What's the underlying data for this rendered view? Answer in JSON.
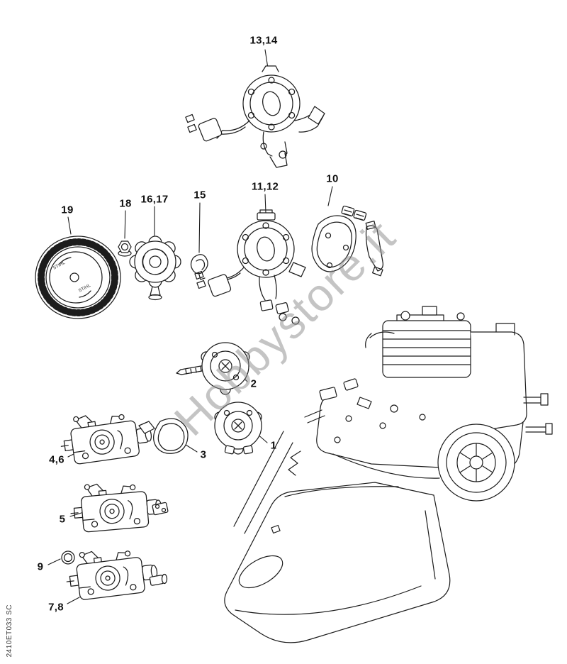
{
  "watermark": {
    "text": "Hobbystore.it"
  },
  "footer": {
    "doc_code": "2410ET033 SC"
  },
  "colors": {
    "line": "#1c1c1c",
    "watermark": "#8f8f8f",
    "background": "#ffffff"
  },
  "diagram": {
    "filter_brand_text": "STIHL",
    "callouts": [
      {
        "label": "13,14"
      },
      {
        "label": "19"
      },
      {
        "label": "18"
      },
      {
        "label": "16,17"
      },
      {
        "label": "15"
      },
      {
        "label": "11,12"
      },
      {
        "label": "10"
      },
      {
        "label": "2"
      },
      {
        "label": "1"
      },
      {
        "label": "3"
      },
      {
        "label": "4,6"
      },
      {
        "label": "5"
      },
      {
        "label": "9"
      },
      {
        "label": "7,8"
      }
    ]
  }
}
